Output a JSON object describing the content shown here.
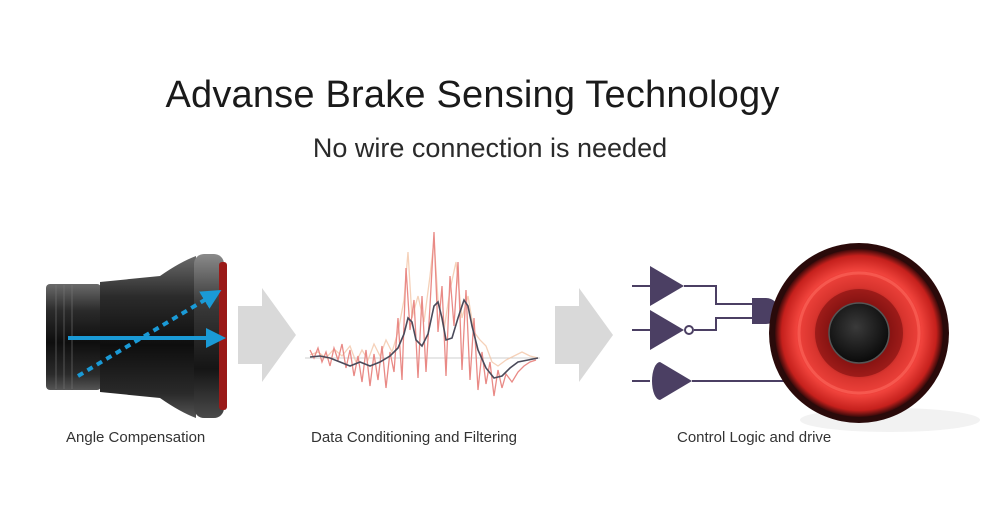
{
  "title": "Advanse Brake Sensing Technology",
  "subtitle": "No wire connection is needed",
  "steps": [
    {
      "caption": "Angle Compensation"
    },
    {
      "caption": "Data Conditioning and Filtering"
    },
    {
      "caption": "Control Logic and drive"
    }
  ],
  "colors": {
    "arrow_gray": "#d9d9d9",
    "sensor_blue": "#1a9ad6",
    "logic_purple": "#4b3f63",
    "light_red": "#e8302c",
    "signal_raw": "#e98a86",
    "signal_filtered": "#4a4a5a"
  }
}
